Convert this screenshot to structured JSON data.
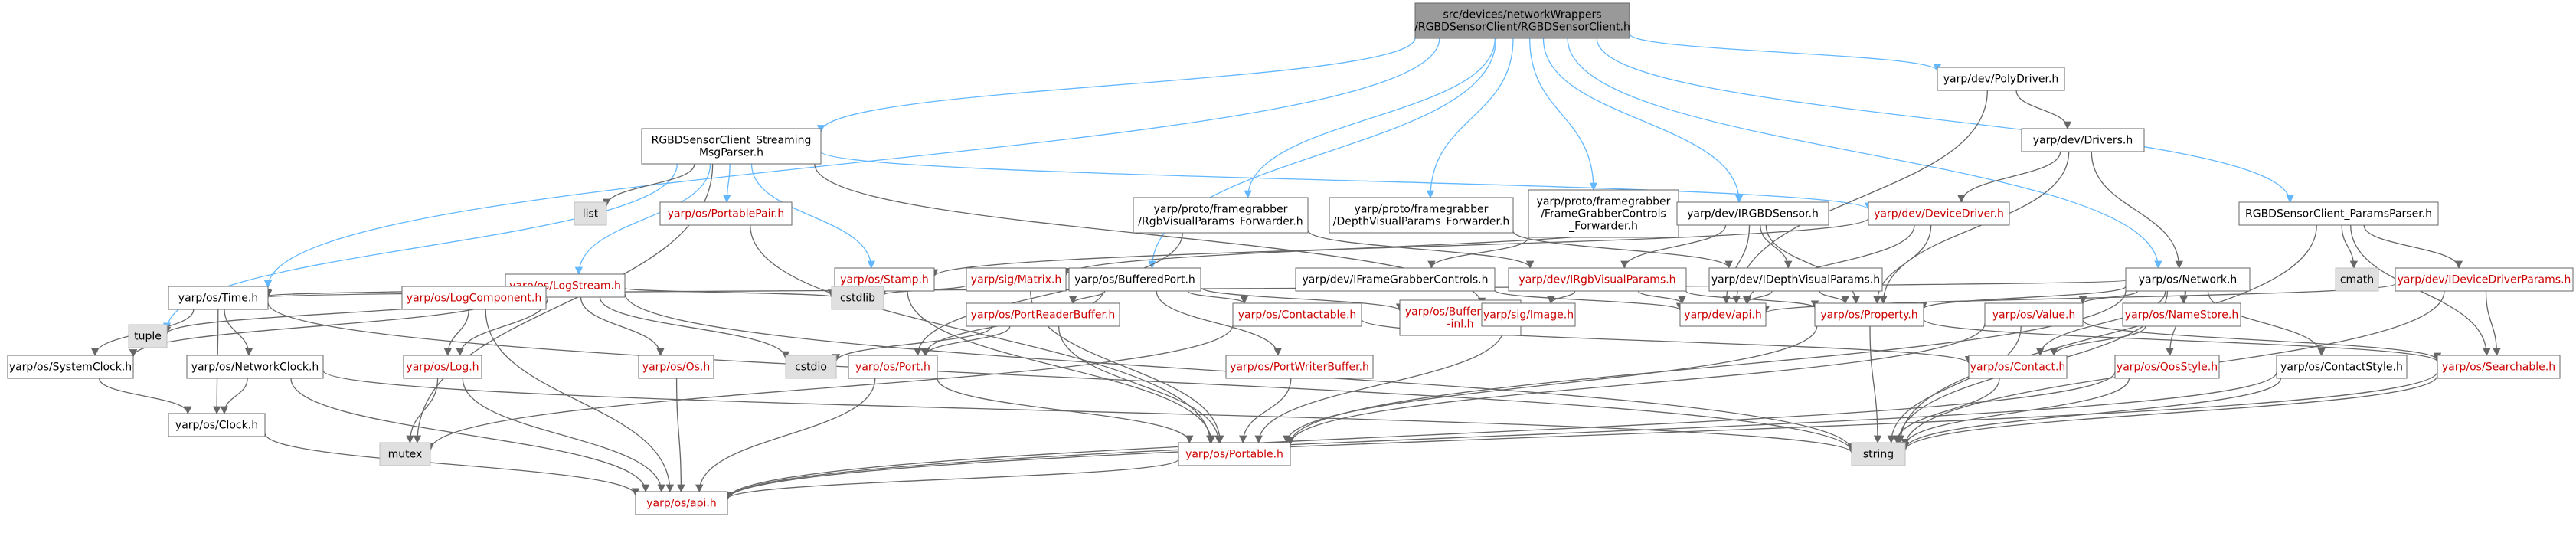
{
  "colors": {
    "normal_text": "#000000",
    "link_text": "#cc0000",
    "box_border": "#666666",
    "root_fill": "#999999",
    "system_fill": "#e0e0e0",
    "edge_blue": "#63b8ff",
    "edge_gray": "#666666"
  },
  "nodes": [
    {
      "id": "root",
      "lines": [
        "src/devices/networkWrappers",
        "/RGBDSensorClient/RGBDSensorClient.h"
      ],
      "style": "root"
    },
    {
      "id": "streamParser",
      "lines": [
        "RGBDSensorClient_Streaming",
        "MsgParser.h"
      ],
      "style": "normal"
    },
    {
      "id": "rgbFwd",
      "lines": [
        "yarp/proto/framegrabber",
        "/RgbVisualParams_Forwarder.h"
      ],
      "style": "normal"
    },
    {
      "id": "depthFwd",
      "lines": [
        "yarp/proto/framegrabber",
        "/DepthVisualParams_Forwarder.h"
      ],
      "style": "normal"
    },
    {
      "id": "fgcFwd",
      "lines": [
        "yarp/proto/framegrabber",
        "/FrameGrabberControls",
        "_Forwarder.h"
      ],
      "style": "normal"
    },
    {
      "id": "irgbd",
      "lines": [
        "yarp/dev/IRGBDSensor.h"
      ],
      "style": "normal"
    },
    {
      "id": "polyDriver",
      "lines": [
        "yarp/dev/PolyDriver.h"
      ],
      "style": "normal"
    },
    {
      "id": "drivers",
      "lines": [
        "yarp/dev/Drivers.h"
      ],
      "style": "normal"
    },
    {
      "id": "deviceDriver",
      "lines": [
        "yarp/dev/DeviceDriver.h"
      ],
      "style": "link"
    },
    {
      "id": "paramsParser",
      "lines": [
        "RGBDSensorClient_ParamsParser.h"
      ],
      "style": "normal"
    },
    {
      "id": "list",
      "lines": [
        "list"
      ],
      "style": "system"
    },
    {
      "id": "portablePair",
      "lines": [
        "yarp/os/PortablePair.h"
      ],
      "style": "link"
    },
    {
      "id": "logStream",
      "lines": [
        "yarp/os/LogStream.h"
      ],
      "style": "link"
    },
    {
      "id": "stamp",
      "lines": [
        "yarp/os/Stamp.h"
      ],
      "style": "link"
    },
    {
      "id": "matrix",
      "lines": [
        "yarp/sig/Matrix.h"
      ],
      "style": "link"
    },
    {
      "id": "bufferedPort",
      "lines": [
        "yarp/os/BufferedPort.h"
      ],
      "style": "normal"
    },
    {
      "id": "iFgc",
      "lines": [
        "yarp/dev/IFrameGrabberControls.h"
      ],
      "style": "normal"
    },
    {
      "id": "iRgbParams",
      "lines": [
        "yarp/dev/IRgbVisualParams.h"
      ],
      "style": "link"
    },
    {
      "id": "iDepthParams",
      "lines": [
        "yarp/dev/IDepthVisualParams.h"
      ],
      "style": "normal"
    },
    {
      "id": "network",
      "lines": [
        "yarp/os/Network.h"
      ],
      "style": "normal"
    },
    {
      "id": "cmath",
      "lines": [
        "cmath"
      ],
      "style": "system"
    },
    {
      "id": "iDevParams",
      "lines": [
        "yarp/dev/IDeviceDriverParams.h"
      ],
      "style": "link"
    },
    {
      "id": "tuple",
      "lines": [
        "tuple"
      ],
      "style": "system"
    },
    {
      "id": "time",
      "lines": [
        "yarp/os/Time.h"
      ],
      "style": "normal"
    },
    {
      "id": "cstdlib",
      "lines": [
        "cstdlib"
      ],
      "style": "system"
    },
    {
      "id": "logComponent",
      "lines": [
        "yarp/os/LogComponent.h"
      ],
      "style": "link"
    },
    {
      "id": "portReaderBuffer",
      "lines": [
        "yarp/os/PortReaderBuffer.h"
      ],
      "style": "link"
    },
    {
      "id": "contactable",
      "lines": [
        "yarp/os/Contactable.h"
      ],
      "style": "link"
    },
    {
      "id": "bufferedPortInl",
      "lines": [
        "yarp/os/BufferedPort",
        "-inl.h"
      ],
      "style": "link"
    },
    {
      "id": "image",
      "lines": [
        "yarp/sig/Image.h"
      ],
      "style": "link"
    },
    {
      "id": "devApi",
      "lines": [
        "yarp/dev/api.h"
      ],
      "style": "link"
    },
    {
      "id": "property",
      "lines": [
        "yarp/os/Property.h"
      ],
      "style": "link"
    },
    {
      "id": "value",
      "lines": [
        "yarp/os/Value.h"
      ],
      "style": "link"
    },
    {
      "id": "nameStore",
      "lines": [
        "yarp/os/NameStore.h"
      ],
      "style": "link"
    },
    {
      "id": "systemClock",
      "lines": [
        "yarp/os/SystemClock.h"
      ],
      "style": "normal"
    },
    {
      "id": "networkClock",
      "lines": [
        "yarp/os/NetworkClock.h"
      ],
      "style": "normal"
    },
    {
      "id": "log",
      "lines": [
        "yarp/os/Log.h"
      ],
      "style": "link"
    },
    {
      "id": "os",
      "lines": [
        "yarp/os/Os.h"
      ],
      "style": "link"
    },
    {
      "id": "cstdio",
      "lines": [
        "cstdio"
      ],
      "style": "system"
    },
    {
      "id": "port",
      "lines": [
        "yarp/os/Port.h"
      ],
      "style": "link"
    },
    {
      "id": "portWriterBuffer",
      "lines": [
        "yarp/os/PortWriterBuffer.h"
      ],
      "style": "link"
    },
    {
      "id": "contact",
      "lines": [
        "yarp/os/Contact.h"
      ],
      "style": "link"
    },
    {
      "id": "qosStyle",
      "lines": [
        "yarp/os/QosStyle.h"
      ],
      "style": "link"
    },
    {
      "id": "contactStyle",
      "lines": [
        "yarp/os/ContactStyle.h"
      ],
      "style": "normal"
    },
    {
      "id": "searchable",
      "lines": [
        "yarp/os/Searchable.h"
      ],
      "style": "link"
    },
    {
      "id": "clock",
      "lines": [
        "yarp/os/Clock.h"
      ],
      "style": "normal"
    },
    {
      "id": "mutex",
      "lines": [
        "mutex"
      ],
      "style": "system"
    },
    {
      "id": "string",
      "lines": [
        "string"
      ],
      "style": "system"
    },
    {
      "id": "portable",
      "lines": [
        "yarp/os/Portable.h"
      ],
      "style": "link"
    },
    {
      "id": "osApi",
      "lines": [
        "yarp/os/api.h"
      ],
      "style": "link"
    }
  ],
  "edges": [
    [
      "root",
      "streamParser",
      "blue"
    ],
    [
      "root",
      "rgbFwd",
      "blue"
    ],
    [
      "root",
      "depthFwd",
      "blue"
    ],
    [
      "root",
      "fgcFwd",
      "blue"
    ],
    [
      "root",
      "irgbd",
      "blue"
    ],
    [
      "root",
      "polyDriver",
      "blue"
    ],
    [
      "root",
      "paramsParser",
      "blue"
    ],
    [
      "root",
      "bufferedPort",
      "blue"
    ],
    [
      "root",
      "time",
      "blue"
    ],
    [
      "root",
      "network",
      "blue"
    ],
    [
      "streamParser",
      "tuple",
      "blue"
    ],
    [
      "streamParser",
      "list",
      "gray"
    ],
    [
      "streamParser",
      "portablePair",
      "blue"
    ],
    [
      "streamParser",
      "logStream",
      "blue"
    ],
    [
      "streamParser",
      "stamp",
      "blue"
    ],
    [
      "streamParser",
      "mutex",
      "gray"
    ],
    [
      "streamParser",
      "deviceDriver",
      "blue"
    ],
    [
      "streamParser",
      "image",
      "gray"
    ],
    [
      "rgbFwd",
      "iRgbParams",
      "gray"
    ],
    [
      "rgbFwd",
      "port",
      "gray"
    ],
    [
      "depthFwd",
      "iDepthParams",
      "gray"
    ],
    [
      "fgcFwd",
      "iFgc",
      "gray"
    ],
    [
      "irgbd",
      "iRgbParams",
      "gray"
    ],
    [
      "irgbd",
      "iDepthParams",
      "gray"
    ],
    [
      "irgbd",
      "matrix",
      "gray"
    ],
    [
      "irgbd",
      "devApi",
      "gray"
    ],
    [
      "irgbd",
      "property",
      "gray"
    ],
    [
      "polyDriver",
      "drivers",
      "gray"
    ],
    [
      "polyDriver",
      "devApi",
      "gray"
    ],
    [
      "drivers",
      "deviceDriver",
      "gray"
    ],
    [
      "drivers",
      "network",
      "gray"
    ],
    [
      "drivers",
      "property",
      "gray"
    ],
    [
      "deviceDriver",
      "devApi",
      "gray"
    ],
    [
      "deviceDriver",
      "property",
      "gray"
    ],
    [
      "deviceDriver",
      "stamp",
      "gray"
    ],
    [
      "paramsParser",
      "cmath",
      "gray"
    ],
    [
      "paramsParser",
      "iDevParams",
      "gray"
    ],
    [
      "paramsParser",
      "searchable",
      "gray"
    ],
    [
      "paramsParser",
      "string",
      "gray"
    ],
    [
      "iDevParams",
      "searchable",
      "gray"
    ],
    [
      "iDevParams",
      "devApi",
      "gray"
    ],
    [
      "iDevParams",
      "string",
      "gray"
    ],
    [
      "logStream",
      "tuple",
      "gray"
    ],
    [
      "logStream",
      "time",
      "gray"
    ],
    [
      "logStream",
      "cstdlib",
      "gray"
    ],
    [
      "logStream",
      "logComponent",
      "gray"
    ],
    [
      "logStream",
      "log",
      "gray"
    ],
    [
      "logStream",
      "os",
      "gray"
    ],
    [
      "logStream",
      "cstdio",
      "gray"
    ],
    [
      "logStream",
      "string",
      "gray"
    ],
    [
      "logStream",
      "systemClock",
      "gray"
    ],
    [
      "logComponent",
      "log",
      "gray"
    ],
    [
      "logComponent",
      "osApi",
      "gray"
    ],
    [
      "log",
      "mutex",
      "gray"
    ],
    [
      "log",
      "osApi",
      "gray"
    ],
    [
      "os",
      "osApi",
      "gray"
    ],
    [
      "stamp",
      "portable",
      "gray"
    ],
    [
      "matrix",
      "cstdlib",
      "gray"
    ],
    [
      "matrix",
      "portable",
      "gray"
    ],
    [
      "bufferedPort",
      "portReaderBuffer",
      "gray"
    ],
    [
      "bufferedPort",
      "contactable",
      "gray"
    ],
    [
      "bufferedPort",
      "bufferedPortInl",
      "gray"
    ],
    [
      "bufferedPort",
      "port",
      "gray"
    ],
    [
      "bufferedPort",
      "portWriterBuffer",
      "gray"
    ],
    [
      "portReaderBuffer",
      "port",
      "gray"
    ],
    [
      "portReaderBuffer",
      "cstdio",
      "gray"
    ],
    [
      "portReaderBuffer",
      "portable",
      "gray"
    ],
    [
      "contactable",
      "contact",
      "gray"
    ],
    [
      "contactable",
      "mutex",
      "gray"
    ],
    [
      "port",
      "portable",
      "gray"
    ],
    [
      "port",
      "osApi",
      "gray"
    ],
    [
      "portWriterBuffer",
      "portable",
      "gray"
    ],
    [
      "iFgc",
      "devApi",
      "gray"
    ],
    [
      "iRgbParams",
      "property",
      "gray"
    ],
    [
      "iRgbParams",
      "devApi",
      "gray"
    ],
    [
      "iRgbParams",
      "image",
      "gray"
    ],
    [
      "iDepthParams",
      "devApi",
      "gray"
    ],
    [
      "iDepthParams",
      "property",
      "gray"
    ],
    [
      "image",
      "portable",
      "gray"
    ],
    [
      "network",
      "contact",
      "gray"
    ],
    [
      "network",
      "nameStore",
      "gray"
    ],
    [
      "network",
      "value",
      "gray"
    ],
    [
      "network",
      "property",
      "gray"
    ],
    [
      "network",
      "qosStyle",
      "gray"
    ],
    [
      "network",
      "contactStyle",
      "gray"
    ],
    [
      "network",
      "portable",
      "gray"
    ],
    [
      "network",
      "string",
      "gray"
    ],
    [
      "network",
      "time",
      "gray"
    ],
    [
      "property",
      "portable",
      "gray"
    ],
    [
      "property",
      "searchable",
      "gray"
    ],
    [
      "property",
      "string",
      "gray"
    ],
    [
      "value",
      "searchable",
      "gray"
    ],
    [
      "value",
      "portable",
      "gray"
    ],
    [
      "value",
      "string",
      "gray"
    ],
    [
      "nameStore",
      "contact",
      "gray"
    ],
    [
      "contact",
      "string",
      "gray"
    ],
    [
      "qosStyle",
      "osApi",
      "gray"
    ],
    [
      "qosStyle",
      "string",
      "gray"
    ],
    [
      "contactStyle",
      "osApi",
      "gray"
    ],
    [
      "contactStyle",
      "string",
      "gray"
    ],
    [
      "searchable",
      "osApi",
      "gray"
    ],
    [
      "searchable",
      "string",
      "gray"
    ],
    [
      "time",
      "systemClock",
      "gray"
    ],
    [
      "time",
      "networkClock",
      "gray"
    ],
    [
      "time",
      "clock",
      "gray"
    ],
    [
      "time",
      "string",
      "gray"
    ],
    [
      "systemClock",
      "clock",
      "gray"
    ],
    [
      "networkClock",
      "clock",
      "gray"
    ],
    [
      "networkClock",
      "osApi",
      "gray"
    ],
    [
      "networkClock",
      "string",
      "gray"
    ],
    [
      "clock",
      "osApi",
      "gray"
    ],
    [
      "portable",
      "osApi",
      "gray"
    ],
    [
      "portablePair",
      "portable",
      "gray"
    ]
  ]
}
